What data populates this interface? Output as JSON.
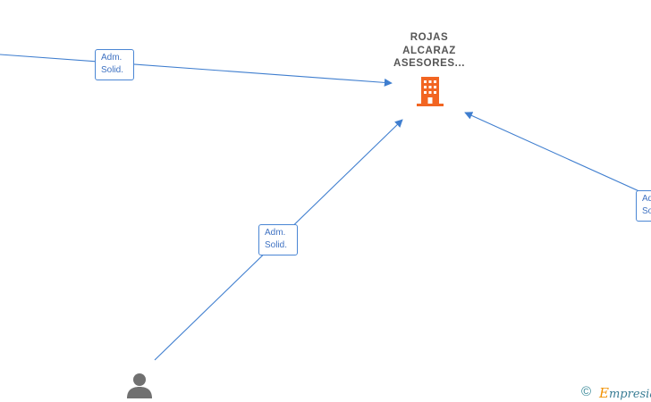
{
  "company": {
    "name_lines": [
      "ROJAS",
      "ALCARAZ",
      "ASESORES..."
    ],
    "icon": "building-icon",
    "icon_color": "#f26522"
  },
  "person": {
    "icon": "person-icon",
    "icon_color": "#707070"
  },
  "relations": [
    {
      "label_lines": [
        "Adm.",
        "Solid."
      ]
    },
    {
      "label_lines": [
        "Adm.",
        "Solid."
      ]
    },
    {
      "label_lines": [
        "Ad",
        "So"
      ]
    }
  ],
  "edge_color": "#3f7ecf",
  "footer": {
    "copyright_symbol": "©",
    "brand_initial": "E",
    "brand_rest": "mpresia"
  }
}
